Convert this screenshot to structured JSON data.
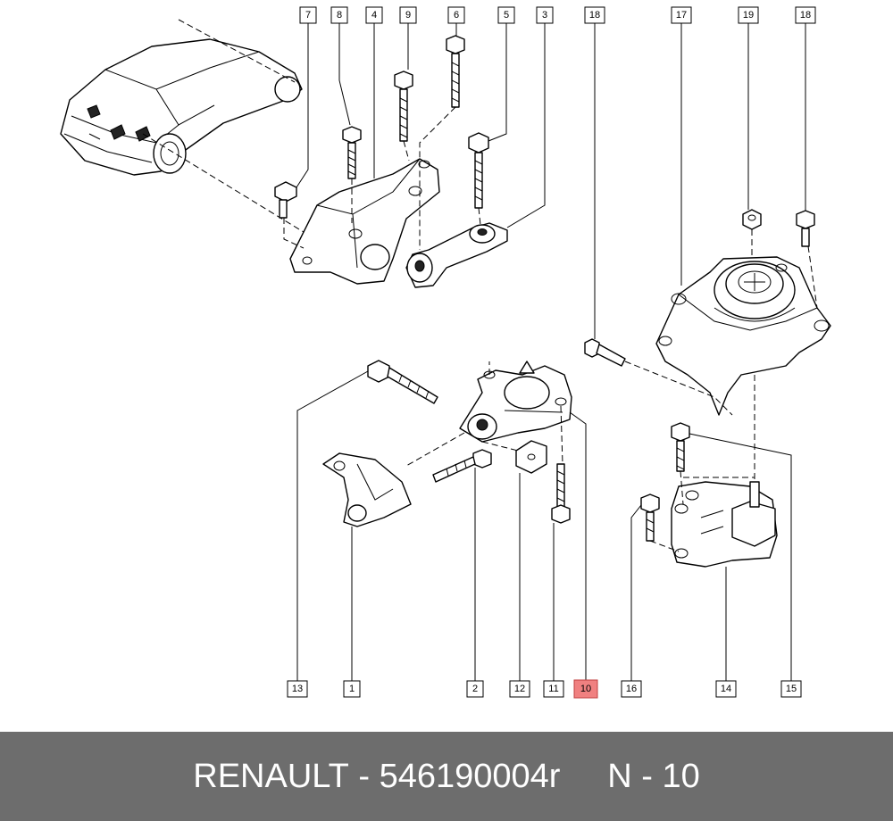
{
  "diagram": {
    "callouts_top": [
      "7",
      "8",
      "4",
      "9",
      "6",
      "5",
      "3",
      "18",
      "17",
      "19",
      "18"
    ],
    "callouts_bottom": [
      "13",
      "1",
      "2",
      "12",
      "11",
      "10",
      "16",
      "14",
      "15"
    ],
    "highlighted": "10"
  },
  "footer": {
    "brand": "RENAULT",
    "separator": " - ",
    "part_number": "546190004r",
    "gap": "     ",
    "ref": "N - 10"
  },
  "colors": {
    "footer_bg": "#6d6d6d",
    "highlight": "#f08080"
  }
}
